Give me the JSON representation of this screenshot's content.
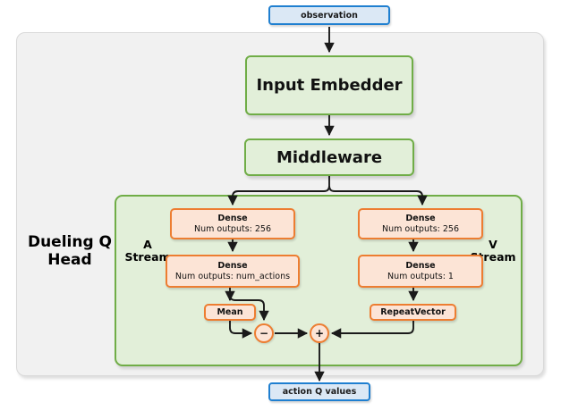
{
  "diagram": {
    "title_label": "Dueling Q Head",
    "stream_a_label": "A\nStream",
    "stream_v_label": "V\nStream",
    "colors": {
      "io_fill": "#dbe8f5",
      "io_border": "#1f7fd0",
      "module_fill": "#e2efd9",
      "module_border": "#70ad47",
      "layer_fill": "#fce4d6",
      "layer_border": "#ed7d31",
      "container_fill": "#f1f1f1",
      "container_border": "#d9d9d9",
      "wire": "#1a1a1a"
    }
  },
  "io": {
    "input": "observation",
    "output": "action Q values"
  },
  "modules": {
    "input_embedder": "Input Embedder",
    "middleware": "Middleware"
  },
  "stream_a": {
    "label_line1": "A",
    "label_line2": "Stream",
    "dense1": {
      "name": "Dense",
      "detail": "Num outputs: 256"
    },
    "dense2": {
      "name": "Dense",
      "detail": "Num outputs: num_actions"
    },
    "mean": "Mean"
  },
  "stream_v": {
    "label_line1": "V",
    "label_line2": "Stream",
    "dense1": {
      "name": "Dense",
      "detail": "Num outputs: 256"
    },
    "dense2": {
      "name": "Dense",
      "detail": "Num outputs: 1"
    },
    "repeat_vector": "RepeatVector"
  },
  "operators": {
    "subtract": "−",
    "add": "+"
  }
}
